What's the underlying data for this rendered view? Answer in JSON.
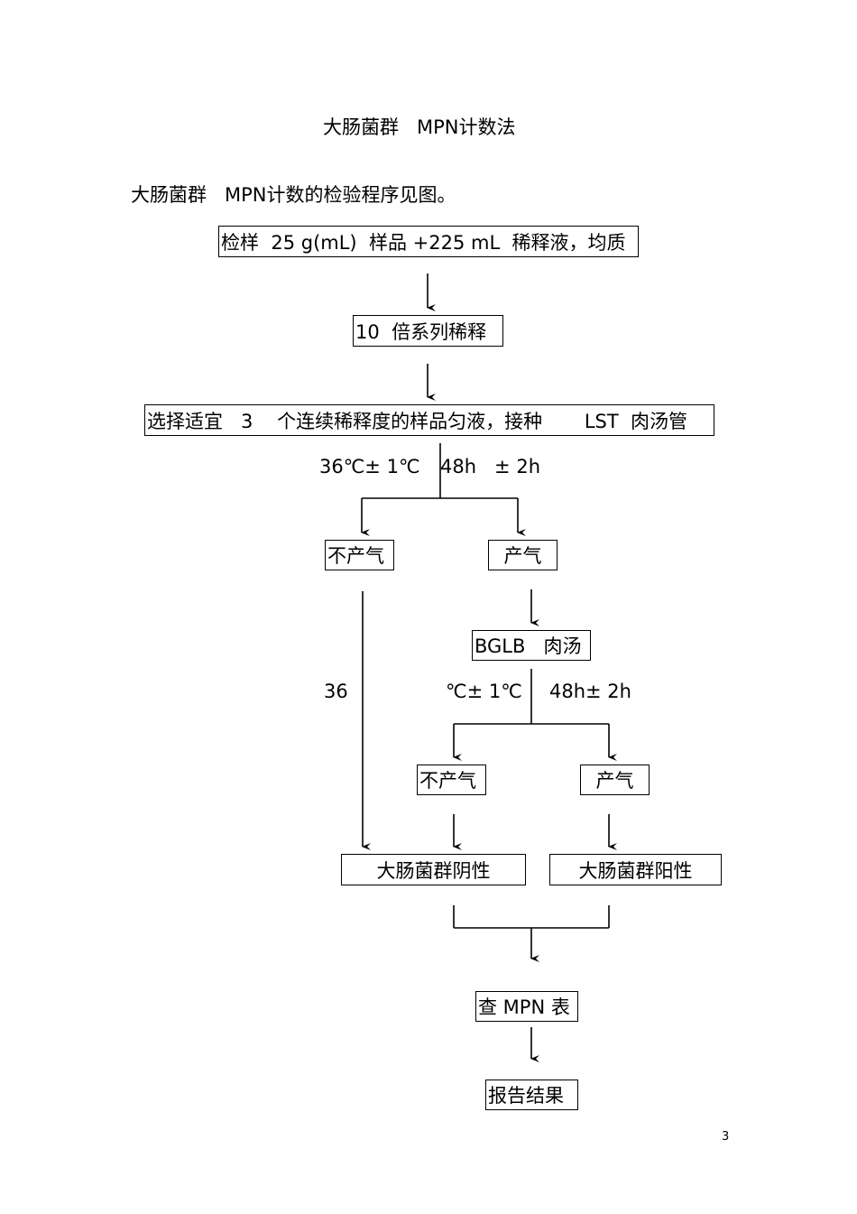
{
  "title": "大肠菌群   MPN计数法",
  "intro": "大肠菌群   MPN计数的检验程序见图。",
  "steps": {
    "sample": "检样  25 g(mL)  样品 +225 mL  稀释液，均质",
    "dilution": "10  倍系列稀释",
    "inoculate": "选择适宜   3    个连续稀释度的样品匀液，接种       LST  肉汤管",
    "cond1_temp": "36℃± 1℃",
    "cond1_time": "48h   ± 2h",
    "no_gas_1": "不产气",
    "gas_1": "产气",
    "bglb": "BGLB   肉汤",
    "cond2_left": "36",
    "cond2_temp": "℃± 1℃",
    "cond2_time": "48h± 2h",
    "no_gas_2": "不产气",
    "gas_2": "产气",
    "negative": "大肠菌群阴性",
    "positive": "大肠菌群阳性",
    "mpn_table": "查 MPN 表",
    "report": "报告结果"
  },
  "page_number": "3"
}
